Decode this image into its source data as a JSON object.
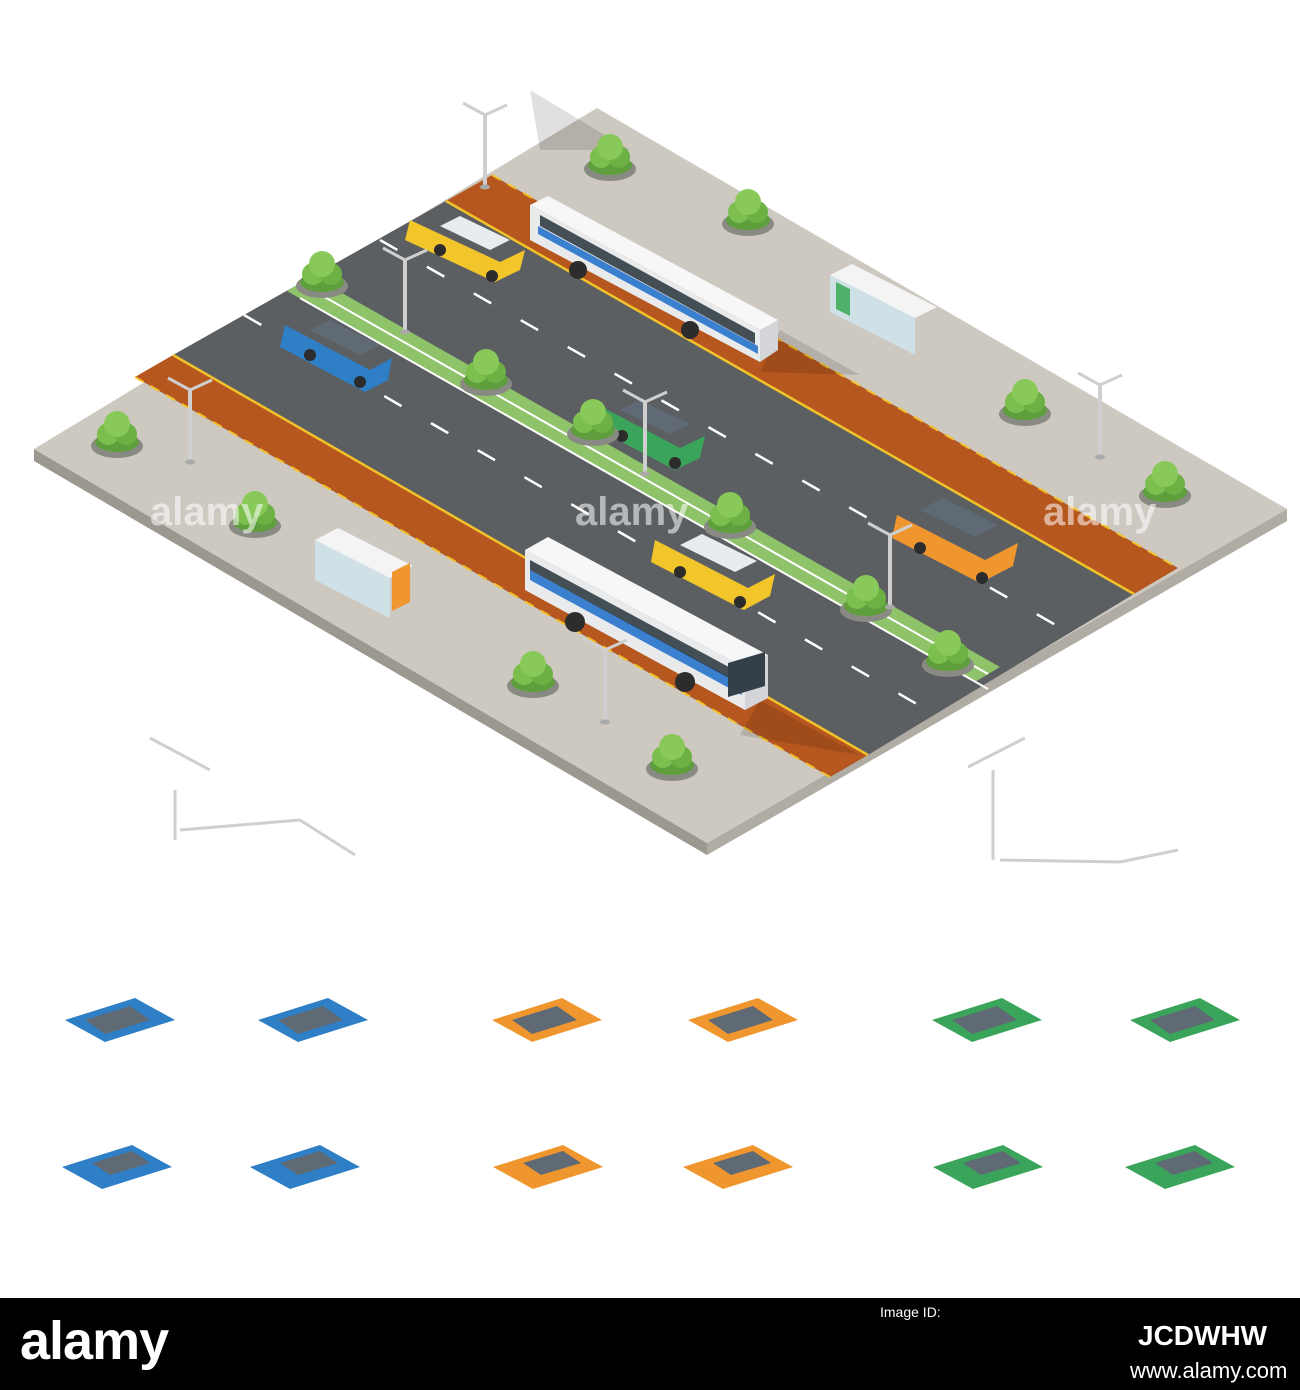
{
  "watermark": {
    "text": "alamy"
  },
  "footer": {
    "logo": "alamy",
    "image_id_label": "Image ID:",
    "image_id": "JCDWHW",
    "site": "www.alamy.com"
  },
  "colors": {
    "asphalt": "#5b5f62",
    "bike_lane": "#b5571e",
    "sidewalk": "#c9c5be",
    "median": "#8fc36a",
    "taxi_yellow": "#f2c52a",
    "car_blue": "#2f7fc6",
    "car_orange": "#f0962e",
    "car_green": "#3aa55a"
  }
}
